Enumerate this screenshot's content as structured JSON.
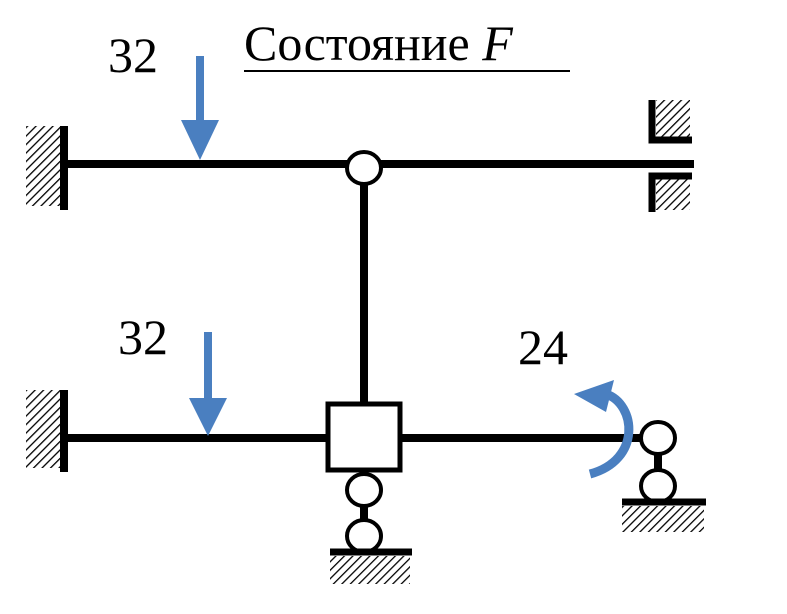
{
  "title": {
    "word": "Состояние",
    "variable": "F"
  },
  "loads": {
    "top_force": "32",
    "bottom_force": "32",
    "moment": "24"
  },
  "colors": {
    "load_arrow": "#4a7fc0",
    "frame": "#000000",
    "background": "#ffffff"
  }
}
